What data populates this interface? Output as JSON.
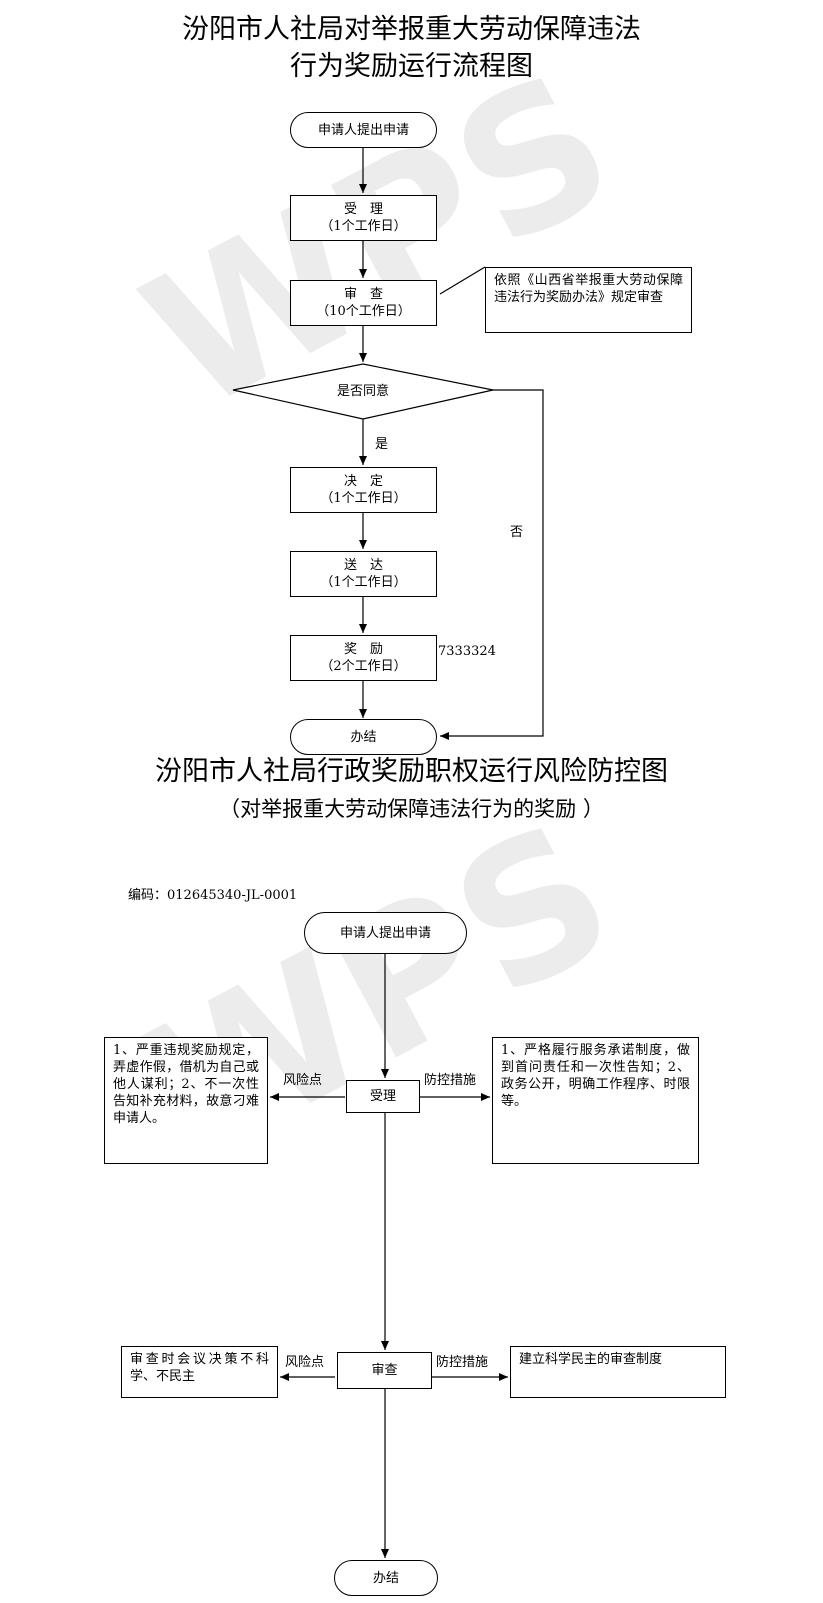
{
  "watermark": {
    "text": "WPS",
    "color": "#e8e8e8"
  },
  "flow1": {
    "title_line1": "汾阳市人社局对举报重大劳动保障违法",
    "title_line2": "行为奖励运行流程图",
    "start": "申请人提出申请",
    "accept": {
      "label": "受　理",
      "time": "（1个工作日）"
    },
    "review": {
      "label": "审　查",
      "time": "（10个工作日）"
    },
    "review_note": "依照《山西省举报重大劳动保障违法行为奖励办法》规定审查",
    "decision": "是否同意",
    "yes": "是",
    "no": "否",
    "decide": {
      "label": "决　定",
      "time": "（1个工作日）"
    },
    "deliver": {
      "label": "送　达",
      "time": "（1个工作日）"
    },
    "reward": {
      "label": "奖　励",
      "time": "（2个工作日）"
    },
    "phone_fragment": "7333324",
    "end": "办结"
  },
  "flow2": {
    "title": "汾阳市人社局行政奖励职权运行风险防控图",
    "subtitle": "（对举报重大劳动保障违法行为的奖励 ）",
    "code": "编码：012645340-JL-0001",
    "start": "申请人提出申请",
    "accept": "受理",
    "risk_label": "风险点",
    "control_label": "防控措施",
    "accept_risk": "1、严重违规奖励规定，弄虚作假，借机为自己或他人谋利；2、不一次性告知补充材料，故意刁难申请人。",
    "accept_control": "1、严格履行服务承诺制度，做到首问责任和一次性告知；2、政务公开，明确工作程序、时限等。",
    "review": "审查",
    "review_risk": "审查时会议决策不科学、不民主",
    "review_control": "建立科学民主的审查制度",
    "end": "办结"
  }
}
